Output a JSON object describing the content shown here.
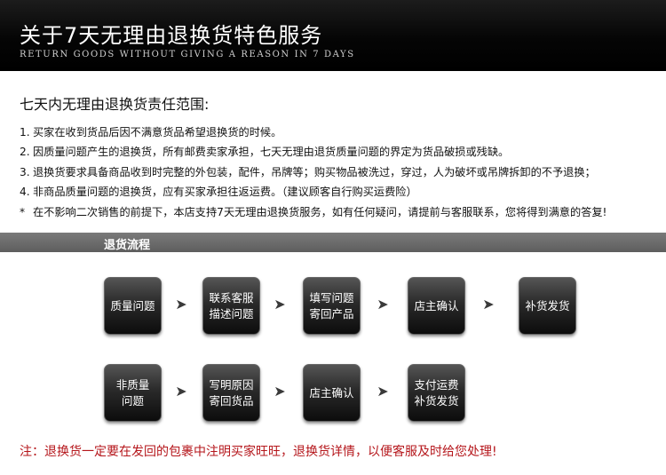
{
  "header": {
    "title": "关于7天无理由退换货特色服务",
    "subtitle": "RETURN GOODS WITHOUT GIVING A REASON IN 7 DAYS"
  },
  "scope": {
    "title": "七天内无理由退换货责任范围:",
    "rules": [
      {
        "num": "1.",
        "text": "买家在收到货品后因不满意货品希望退换货的时候。"
      },
      {
        "num": "2.",
        "text": "因质量问题产生的退换货，所有邮费卖家承担，七天无理由退货质量问题的界定为货品破损或残缺。"
      },
      {
        "num": "3.",
        "text": "退换货要求具备商品收到时完整的外包装，配件，吊牌等；购买物品被洗过，穿过，人为破坏或吊牌拆卸的不予退换；"
      },
      {
        "num": "4.",
        "text": "非商品质量问题的退换货，应有买家承担往返运费。（建议顾客自行购买运费险）"
      },
      {
        "num": "*",
        "text": "在不影响二次销售的前提下，本店支持7天无理由退换货服务，如有任何疑问，请提前与客服联系，您将得到满意的答复!"
      }
    ]
  },
  "process": {
    "title": "退货流程",
    "row1": [
      "质量问题",
      "联系客服\n描述问题",
      "填写问题\n寄回产品",
      "店主确认",
      "补货发货"
    ],
    "row2": [
      "非质量\n问题",
      "写明原因\n寄回货品",
      "店主确认",
      "支付运费\n补货发货"
    ],
    "arrow_glyph": "➤"
  },
  "note": "注：退换货一定要在发回的包裹中注明买家旺旺，退换货详情，以便客服及时给您处理!",
  "colors": {
    "note": "#b5161b",
    "banner": "#000000",
    "bar": "#6b6b6b"
  }
}
